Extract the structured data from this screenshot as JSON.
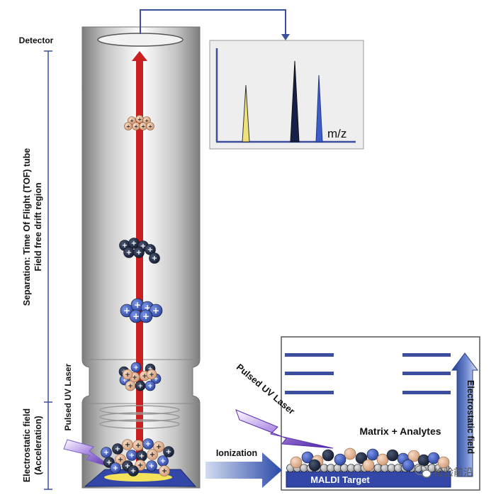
{
  "labels": {
    "detector": "Detector",
    "tof_tube": "Separation: Time Of Flight (TOF) tube",
    "field_free": "Field free drift region",
    "electrostatic_accel_1": "Electrostatic field",
    "electrostatic_accel_2": "(Acceleration)",
    "pulsed_uv_laser_left": "Pulsed UV Laser",
    "pulsed_uv_laser_right": "Pulsed UV Laser",
    "mz": "m/z",
    "ionization": "Ionization",
    "matrix_analytes": "Matrix + Analytes",
    "maldi_target": "MALDI Target",
    "electrostatic_field": "Electrostatic field",
    "watermark": "检验前沿",
    "plus": "+"
  },
  "colors": {
    "bracket_blue": "#3b4f9e",
    "beam_red": "#cc1f1f",
    "dark_navy": "#1e2a44",
    "ion_blue": "#3d5ec9",
    "ion_peach": "#e6b99a",
    "laser_purple": "#5a2fb0",
    "target_blue": "#3247a8",
    "peak_yellow": "#f0e27a"
  },
  "icons": [
    "wechat-icon",
    "laser-bolt-icon"
  ]
}
